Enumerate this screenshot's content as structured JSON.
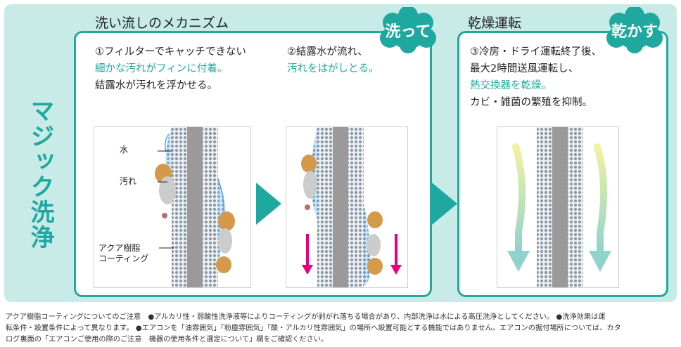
{
  "colors": {
    "teal": "#1fa8a0",
    "panel_bg": "#c9ebe8",
    "magenta": "#e6007e",
    "dirt": "#d49a4a"
  },
  "side_title": "マジック洗浄",
  "headings": {
    "mechanism": "洗い流しのメカニズム",
    "drying": "乾燥運転"
  },
  "badges": {
    "wash": "洗って",
    "dry": "乾かす"
  },
  "steps": {
    "s1": {
      "l1": "①フィルターでキャッチできない",
      "l2": "細かな汚れがフィンに付着。",
      "l3": "結露水が汚れを浮かせる。"
    },
    "s2": {
      "l1": "②結露水が流れ、",
      "l2": "汚れをはがしとる。"
    },
    "s3": {
      "l1": "③冷房・ドライ運転終了後、",
      "l2": "最大2時間送風運転し、",
      "l3": "熱交換器を乾燥。",
      "l4": "カビ・雑菌の繁殖を抑制。"
    }
  },
  "labels": {
    "water": "水",
    "dirt": "汚れ",
    "coating_1": "アクア樹脂",
    "coating_2": "コーティング"
  },
  "icons": {
    "flow_arrow": "chevron-right-icon",
    "down_arrow": "arrow-down-icon",
    "air_arrow": "curved-arrow-down-icon",
    "cloud": "cloud-badge-icon"
  },
  "notes": {
    "line1": "アクア樹脂コーティングについてのご注意　●アルカリ性・弱酸性洗浄液等によりコーティングが剥がれ落ちる場合があり、内部洗浄は水による高圧洗浄としてください。 ●洗浄効果は運",
    "line2": "転条件・設置条件によって異なります。 ●エアコンを「油雰囲気」「粉塵雰囲気」「酸・アルカリ性雰囲気」の場所へ設置可能とする機能ではありません。エアコンの据付場所については、カタ",
    "line3": "ログ裏面の「エアコンご使用の際のご注意　機器の使用条件と選定について」欄をご確認ください。"
  }
}
